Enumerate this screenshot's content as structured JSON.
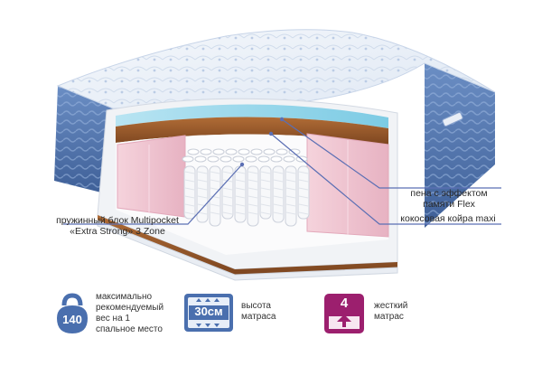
{
  "callouts": {
    "memory_foam": {
      "line1": "пена с эффектом",
      "line2": "памяти Flex"
    },
    "coconut": {
      "line1": "кокосовая койра maxi"
    },
    "spring_block": {
      "line1": "пружинный блок Multipocket",
      "line2": "«Extra Strong» 3 Zone"
    }
  },
  "features": {
    "weight": {
      "value": "140",
      "icon": "kettlebell-icon",
      "line1": "максимально",
      "line2": "рекомендуемый",
      "line3": "вес на 1",
      "line4": "спальное место"
    },
    "height": {
      "value": "30см",
      "icon": "height-arrows-icon",
      "line1": "высота",
      "line2": "матраса"
    },
    "firmness": {
      "value": "4",
      "icon": "firmness-arrow-icon",
      "line1": "жесткий",
      "line2": "матрас"
    }
  },
  "colors": {
    "icon_blue": "#4a6fae",
    "icon_magenta": "#9c1f6e",
    "leader_line": "#5b6fb4",
    "side_blue": "#4f74ad",
    "pink_foam": "#efc4d0",
    "coconut_brown": "#9a5a2c"
  }
}
